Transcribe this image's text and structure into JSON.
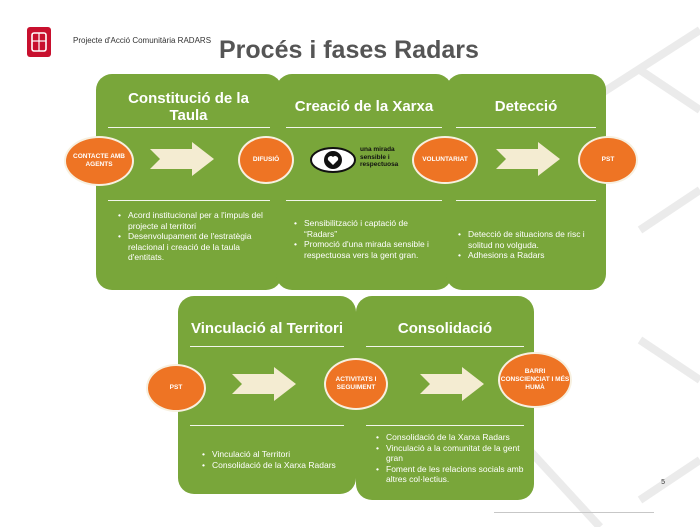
{
  "header": {
    "subtitle": "Projecte d'Acció Comunitària RADARS",
    "title": "Procés i fases Radars"
  },
  "panels": [
    {
      "title": "Constitució de la Taula",
      "bullets": [
        "Acord institucional per a l'impuls del projecte al territori",
        "Desenvolupament de l'estratègia relacional i creació de la taula d'entitats."
      ]
    },
    {
      "title": "Creació de la Xarxa",
      "bullets": [
        "Sensibilització i captació de “Radars”",
        "Promoció d'una mirada sensible i respectuosa vers la gent gran."
      ]
    },
    {
      "title": "Detecció",
      "bullets": [
        "Detecció de situacions de risc i solitud no volguda.",
        "Adhesions a Radars"
      ]
    },
    {
      "title": "Vinculació al Territori",
      "bullets": [
        "Vinculació al Territori",
        "Consolidació de la Xarxa Radars"
      ]
    },
    {
      "title": "Consolidació",
      "bullets": [
        "Consolidació de la Xarxa Radars",
        "Vinculació a la comunitat de la gent gran",
        "Foment de les relacions socials amb altres col·lectius."
      ]
    }
  ],
  "circles": {
    "contacte": "CONTACTE AMB AGENTS",
    "difusio": "DIFUSIÓ",
    "voluntariat": "VOLUNTARIAT",
    "pst_top": "PST",
    "pst_bottom": "PST",
    "activitats": "ACTIVITATS I SEGUIMENT",
    "barri": "BARRI CONSCIENCIAT I MÉS HUMÀ"
  },
  "center_graphic": {
    "icon": "eye-heart-icon",
    "text": "una mirada sensible i respectuosa"
  },
  "page_number": "5",
  "colors": {
    "panel_green": "#79a63a",
    "circle_orange": "#ee7424",
    "arrow_cream": "#f4ecd2",
    "logo_red": "#c8102e"
  }
}
